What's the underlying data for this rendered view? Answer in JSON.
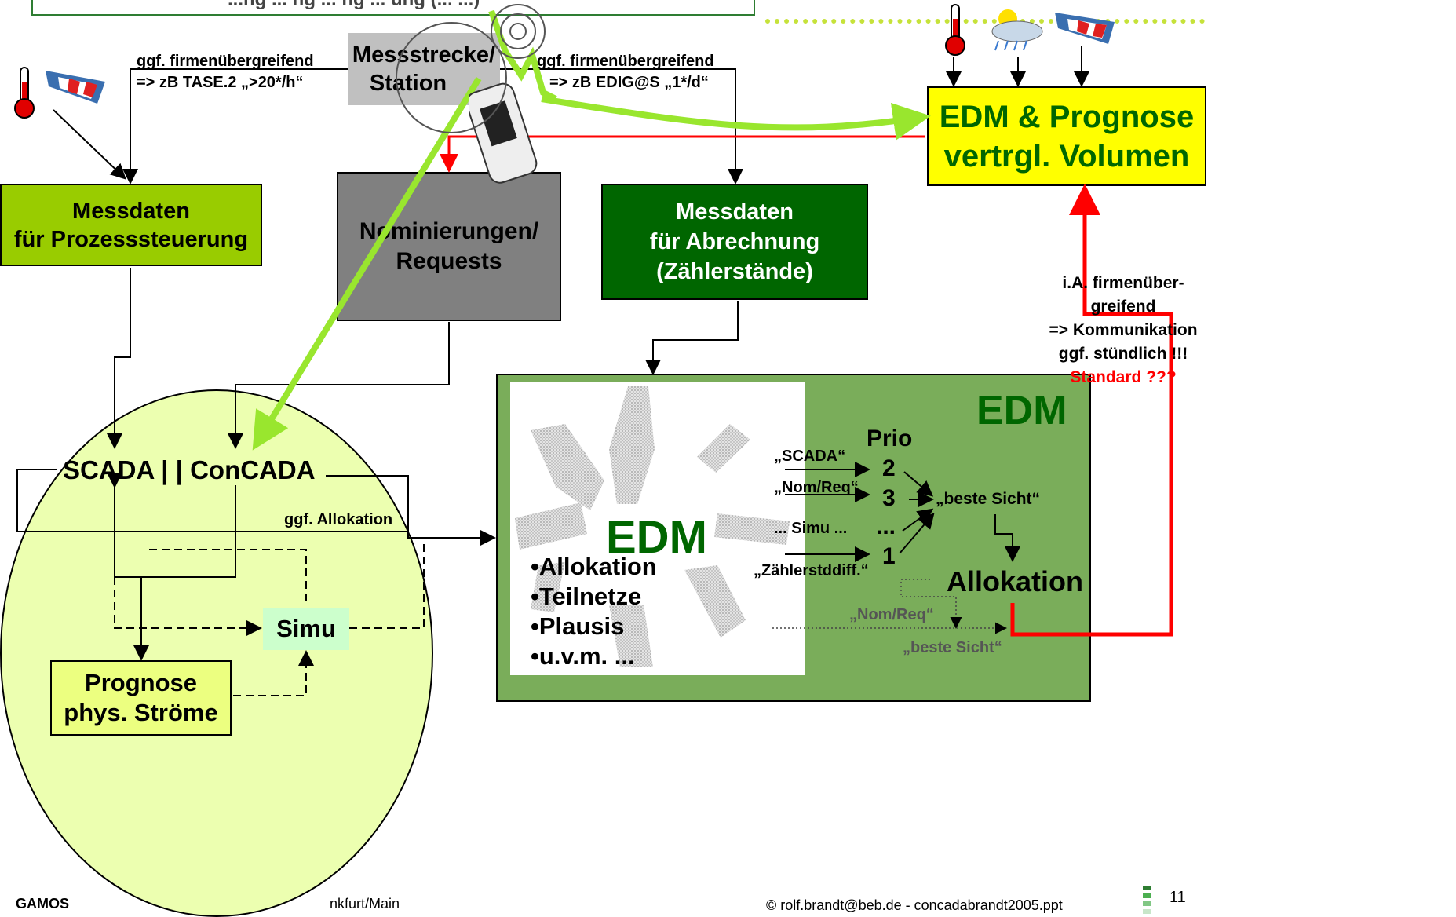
{
  "top_box": {
    "text": "...ng ... ng ... ng ... ung (... ...)"
  },
  "edge_labels": {
    "left_line1": "ggf. firmenübergreifend",
    "left_line2": "=> zB TASE.2 „>20*/h“",
    "right_line1": "ggf. firmenübergreifend",
    "right_line2": "=> zB EDIG@S „1*/d“"
  },
  "station": {
    "line1": "Messstrecke/",
    "line2": "Station"
  },
  "boxes": {
    "process": {
      "line1": "Messdaten",
      "line2": "für Prozesssteuerung"
    },
    "nominations": {
      "line1": "Nominierungen/",
      "line2": "Requests"
    },
    "billing": {
      "line1": "Messdaten",
      "line2": "für Abrechnung",
      "line3": "(Zählerstände)"
    },
    "edm_prognose": {
      "line1": "EDM & Prognose",
      "line2": "vertrgl. Volumen"
    }
  },
  "scada": {
    "label": "SCADA | | ConCADA",
    "allocation_label": "ggf. Allokation",
    "simu": "Simu",
    "prognose_line1": "Prognose",
    "prognose_line2": "phys. Ströme"
  },
  "edm_panel": {
    "title": "EDM",
    "inner_title": "EDM",
    "bullets": [
      "•Allokation",
      "•Teilnetze",
      "•Plausis",
      "•u.v.m. ..."
    ],
    "prio_label": "Prio",
    "inputs": [
      {
        "label": "„SCADA“",
        "prio": "2"
      },
      {
        "label": "„Nom/Req“",
        "prio": "3"
      },
      {
        "label": "... Simu ...",
        "prio": "..."
      },
      {
        "label": "„Zählerstddiff.“",
        "prio": "1"
      }
    ],
    "best_view": "„beste Sicht“",
    "allocation": "Allokation",
    "nomreq_secondary": "„Nom/Req“",
    "best_view_secondary": "„beste Sicht“"
  },
  "communication_note": {
    "line1": "i.A. firmenüber-",
    "line2": "greifend",
    "line3": "=> Kommunikation",
    "line4": "ggf. stündlich !!!",
    "line5": "Standard ???"
  },
  "footer": {
    "left": "GAMOS",
    "left_suffix": "nkfurt/Main",
    "copyright": "© rolf.brandt@beb.de - concadabrandt2005.ppt",
    "page_number": "11"
  },
  "colors": {
    "lime": "#99cc00",
    "dark_green": "#006600",
    "edm_green": "#7aad5a",
    "yellow_box": "#ffff00",
    "scada_fill": "#ecffb0",
    "red_arrow": "#ff0000",
    "bright_arrow": "#99e62e",
    "grey_box": "#808080"
  }
}
